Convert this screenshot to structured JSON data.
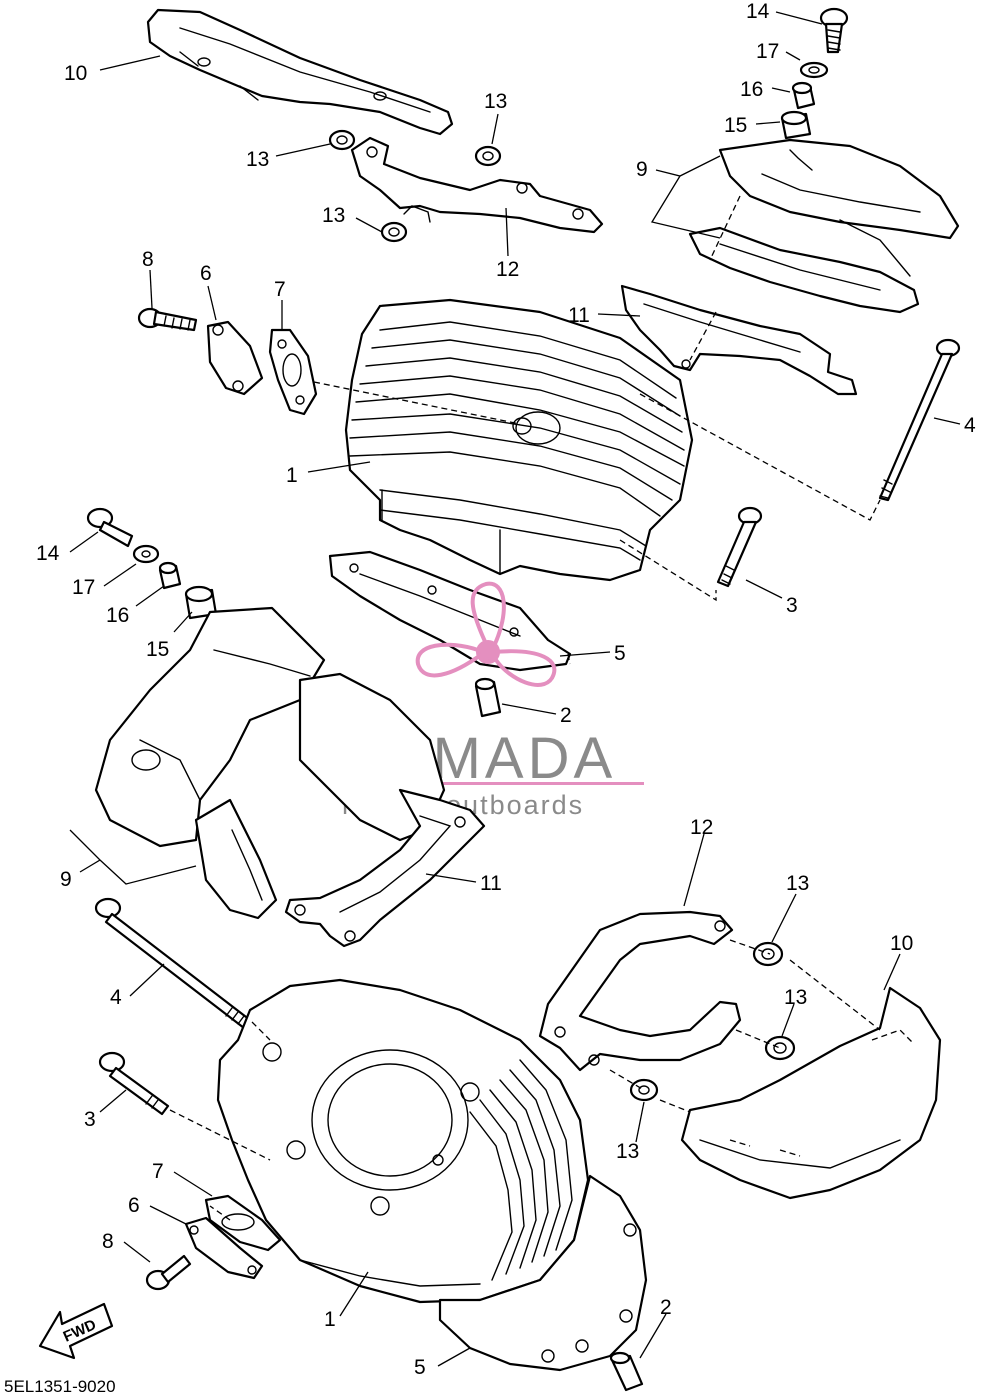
{
  "diagram": {
    "drawing_code": "5EL1351-9020",
    "direction_label": "FWD",
    "watermark": {
      "name": "ARMADA",
      "tagline": "marine outboards",
      "accent_color": "#e48fbf",
      "text_color": "#8a8a8a"
    },
    "callouts": [
      {
        "id": "c14a",
        "label": "14"
      },
      {
        "id": "c17a",
        "label": "17"
      },
      {
        "id": "c16a",
        "label": "16"
      },
      {
        "id": "c15a",
        "label": "15"
      },
      {
        "id": "c9a",
        "label": "9"
      },
      {
        "id": "c10a",
        "label": "10"
      },
      {
        "id": "c13a",
        "label": "13"
      },
      {
        "id": "c13b",
        "label": "13"
      },
      {
        "id": "c13c",
        "label": "13"
      },
      {
        "id": "c12a",
        "label": "12"
      },
      {
        "id": "c11a",
        "label": "11"
      },
      {
        "id": "c8a",
        "label": "8"
      },
      {
        "id": "c6a",
        "label": "6"
      },
      {
        "id": "c7a",
        "label": "7"
      },
      {
        "id": "c1a",
        "label": "1"
      },
      {
        "id": "c4a",
        "label": "4"
      },
      {
        "id": "c3a",
        "label": "3"
      },
      {
        "id": "c5a",
        "label": "5"
      },
      {
        "id": "c2a",
        "label": "2"
      },
      {
        "id": "c14b",
        "label": "14"
      },
      {
        "id": "c17b",
        "label": "17"
      },
      {
        "id": "c16b",
        "label": "16"
      },
      {
        "id": "c15b",
        "label": "15"
      },
      {
        "id": "c9b",
        "label": "9"
      },
      {
        "id": "c11b",
        "label": "11"
      },
      {
        "id": "c12b",
        "label": "12"
      },
      {
        "id": "c13d",
        "label": "13"
      },
      {
        "id": "c10b",
        "label": "10"
      },
      {
        "id": "c13e",
        "label": "13"
      },
      {
        "id": "c13f",
        "label": "13"
      },
      {
        "id": "c4b",
        "label": "4"
      },
      {
        "id": "c3b",
        "label": "3"
      },
      {
        "id": "c7b",
        "label": "7"
      },
      {
        "id": "c6b",
        "label": "6"
      },
      {
        "id": "c8b",
        "label": "8"
      },
      {
        "id": "c1b",
        "label": "1"
      },
      {
        "id": "c2b",
        "label": "2"
      },
      {
        "id": "c5b",
        "label": "5"
      }
    ]
  }
}
